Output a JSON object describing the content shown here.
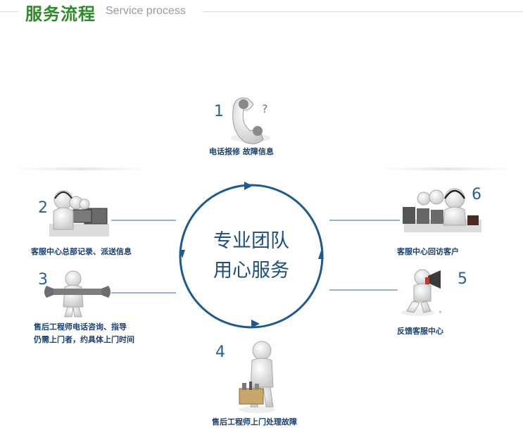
{
  "header": {
    "title": "服务流程",
    "subtitle": "Service process"
  },
  "center": {
    "line1": "专业团队",
    "line2": "用心服务"
  },
  "steps": [
    {
      "number": "1",
      "caption": "电话报修 故障信息",
      "icon": "telephone-icon"
    },
    {
      "number": "2",
      "caption": "客服中心总部记录、派送信息",
      "icon": "call-center-agents-icon"
    },
    {
      "number": "3",
      "caption_line1": "售后工程师电话咨询、指导",
      "caption_line2": "仍需上门者，约具体上门时间",
      "icon": "wrench-person-icon"
    },
    {
      "number": "4",
      "caption": "售后工程师上门处理故障",
      "icon": "toolbox-person-icon"
    },
    {
      "number": "5",
      "caption": "反馈客服中心",
      "icon": "megaphone-person-icon"
    },
    {
      "number": "6",
      "caption": "客服中心回访客户",
      "icon": "headset-agents-icon"
    }
  ],
  "colors": {
    "title_green": "#2e8b2a",
    "circle_blue": "#1f5a8f",
    "caption_blue": "#1a3f6e"
  }
}
